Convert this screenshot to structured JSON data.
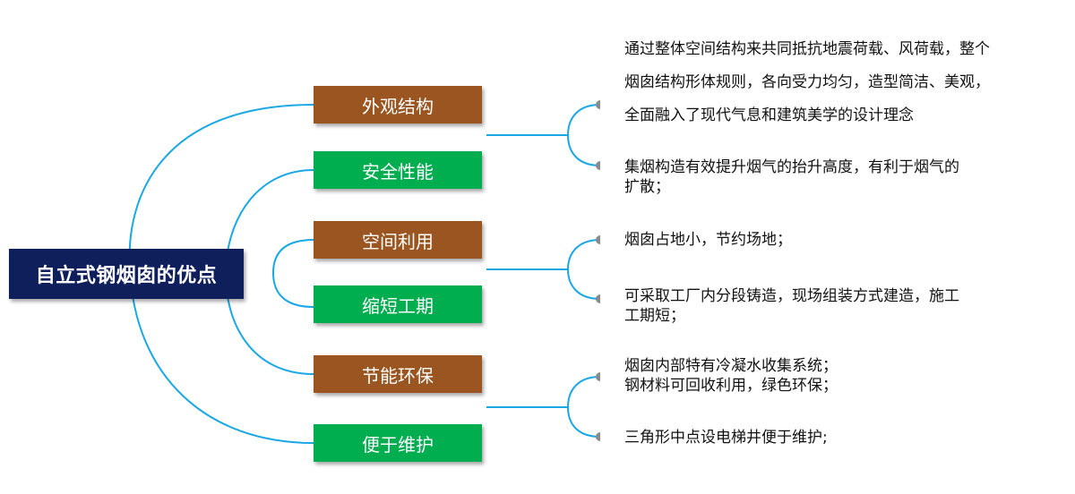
{
  "root": {
    "label": "自立式钢烟囱的优点"
  },
  "categories": [
    {
      "label": "外观结构",
      "color": "#9a5520"
    },
    {
      "label": "安全性能",
      "color": "#00ad4f"
    },
    {
      "label": "空间利用",
      "color": "#9a5520"
    },
    {
      "label": "缩短工期",
      "color": "#00ad4f"
    },
    {
      "label": "节能环保",
      "color": "#9a5520"
    },
    {
      "label": "便于维护",
      "color": "#00ad4f"
    }
  ],
  "details": {
    "group1": {
      "item1": {
        "lines": [
          "通过整体空间结构来共同抵抗地震荷载、风荷载，整个",
          "烟囱结构形体规则，各向受力均匀，造型简洁、美观，",
          "全面融入了现代气息和建筑美学的设计理念"
        ]
      },
      "item2": {
        "lines": [
          "集烟构造有效提升烟气的抬升高度，有利于烟气的",
          "扩散；"
        ]
      }
    },
    "group2": {
      "item1": {
        "lines": [
          "烟囱占地小，节约场地；"
        ]
      },
      "item2": {
        "lines": [
          "可采取工厂内分段铸造，现场组装方式建造，施工",
          "工期短；"
        ]
      }
    },
    "group3": {
      "item1": {
        "lines": [
          "烟囱内部特有冷凝水收集系统；",
          "钢材料可回收利用，绿色环保；"
        ]
      },
      "item2": {
        "lines": [
          "三角形中点设电梯井便于维护;"
        ]
      }
    }
  },
  "colors": {
    "connector": "#1aa7e6",
    "root_bg": "#0f1f5c",
    "bracket_cap": "#8a8a8a",
    "text": "#111111"
  }
}
